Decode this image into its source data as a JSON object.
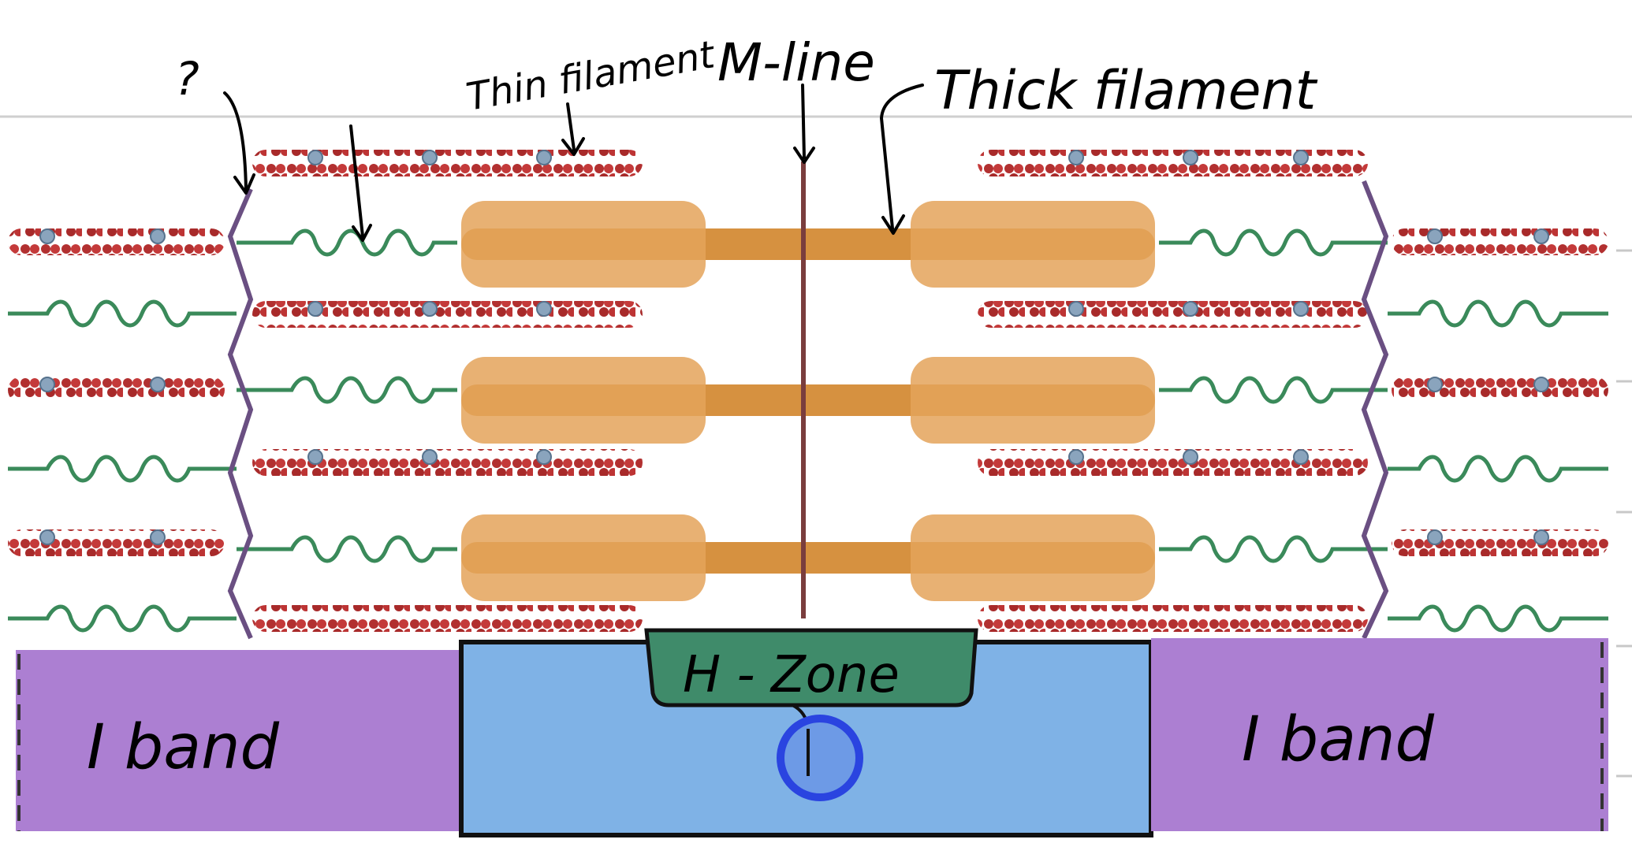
{
  "labels": {
    "question": "?",
    "thin_filament": "Thin filament",
    "m_line": "M-line",
    "thick_filament": "Thick filament"
  },
  "bands": {
    "i_band_left": "I band",
    "i_band_right": "I band",
    "h_zone": "H - Zone"
  },
  "colors": {
    "i_band": "#ac7fd2",
    "a_band": "#7fb2e6",
    "h_zone": "#3f8b6a",
    "h_zone_text": "#138b1e",
    "i_band_text": "#3a0f78",
    "actin": "#b23030",
    "titin": "#3a8a5a",
    "myosin": "#d69140",
    "z_line": "#6a4f82",
    "m_line": "#7a3d3d",
    "pointer_circle": "#2a44e0"
  }
}
